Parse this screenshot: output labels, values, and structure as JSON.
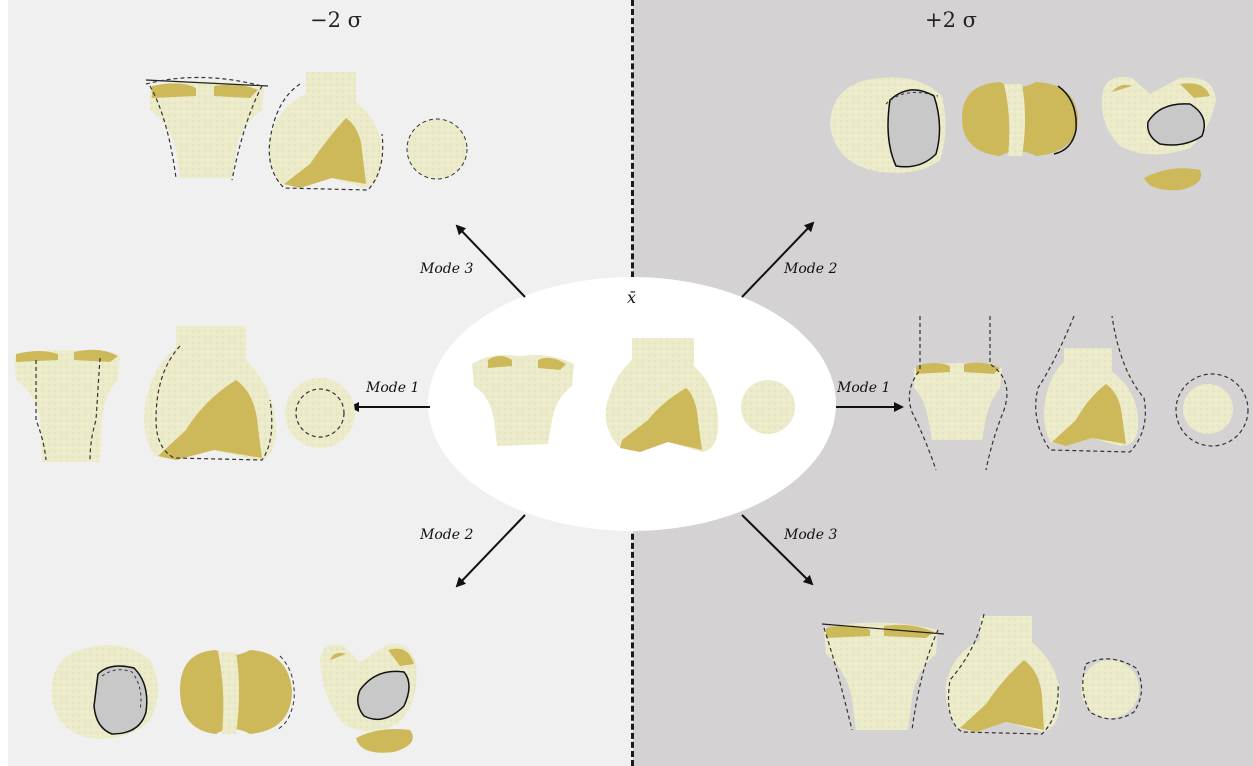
{
  "header": {
    "left_sigma": "−2 σ",
    "right_sigma": "+2 σ"
  },
  "mean_label": "x̄",
  "arrows": {
    "up_left": "Mode 3",
    "left": "Mode 1",
    "down_left": "Mode 2",
    "up_right": "Mode 2",
    "right": "Mode 1",
    "down_right": "Mode 3"
  },
  "colors": {
    "bone": "#ecebc9",
    "cartilage": "#cdb95a",
    "resected_cut": "#c8c8c8",
    "left_background": "#f0f0f0",
    "right_background": "#d4d2d3"
  }
}
